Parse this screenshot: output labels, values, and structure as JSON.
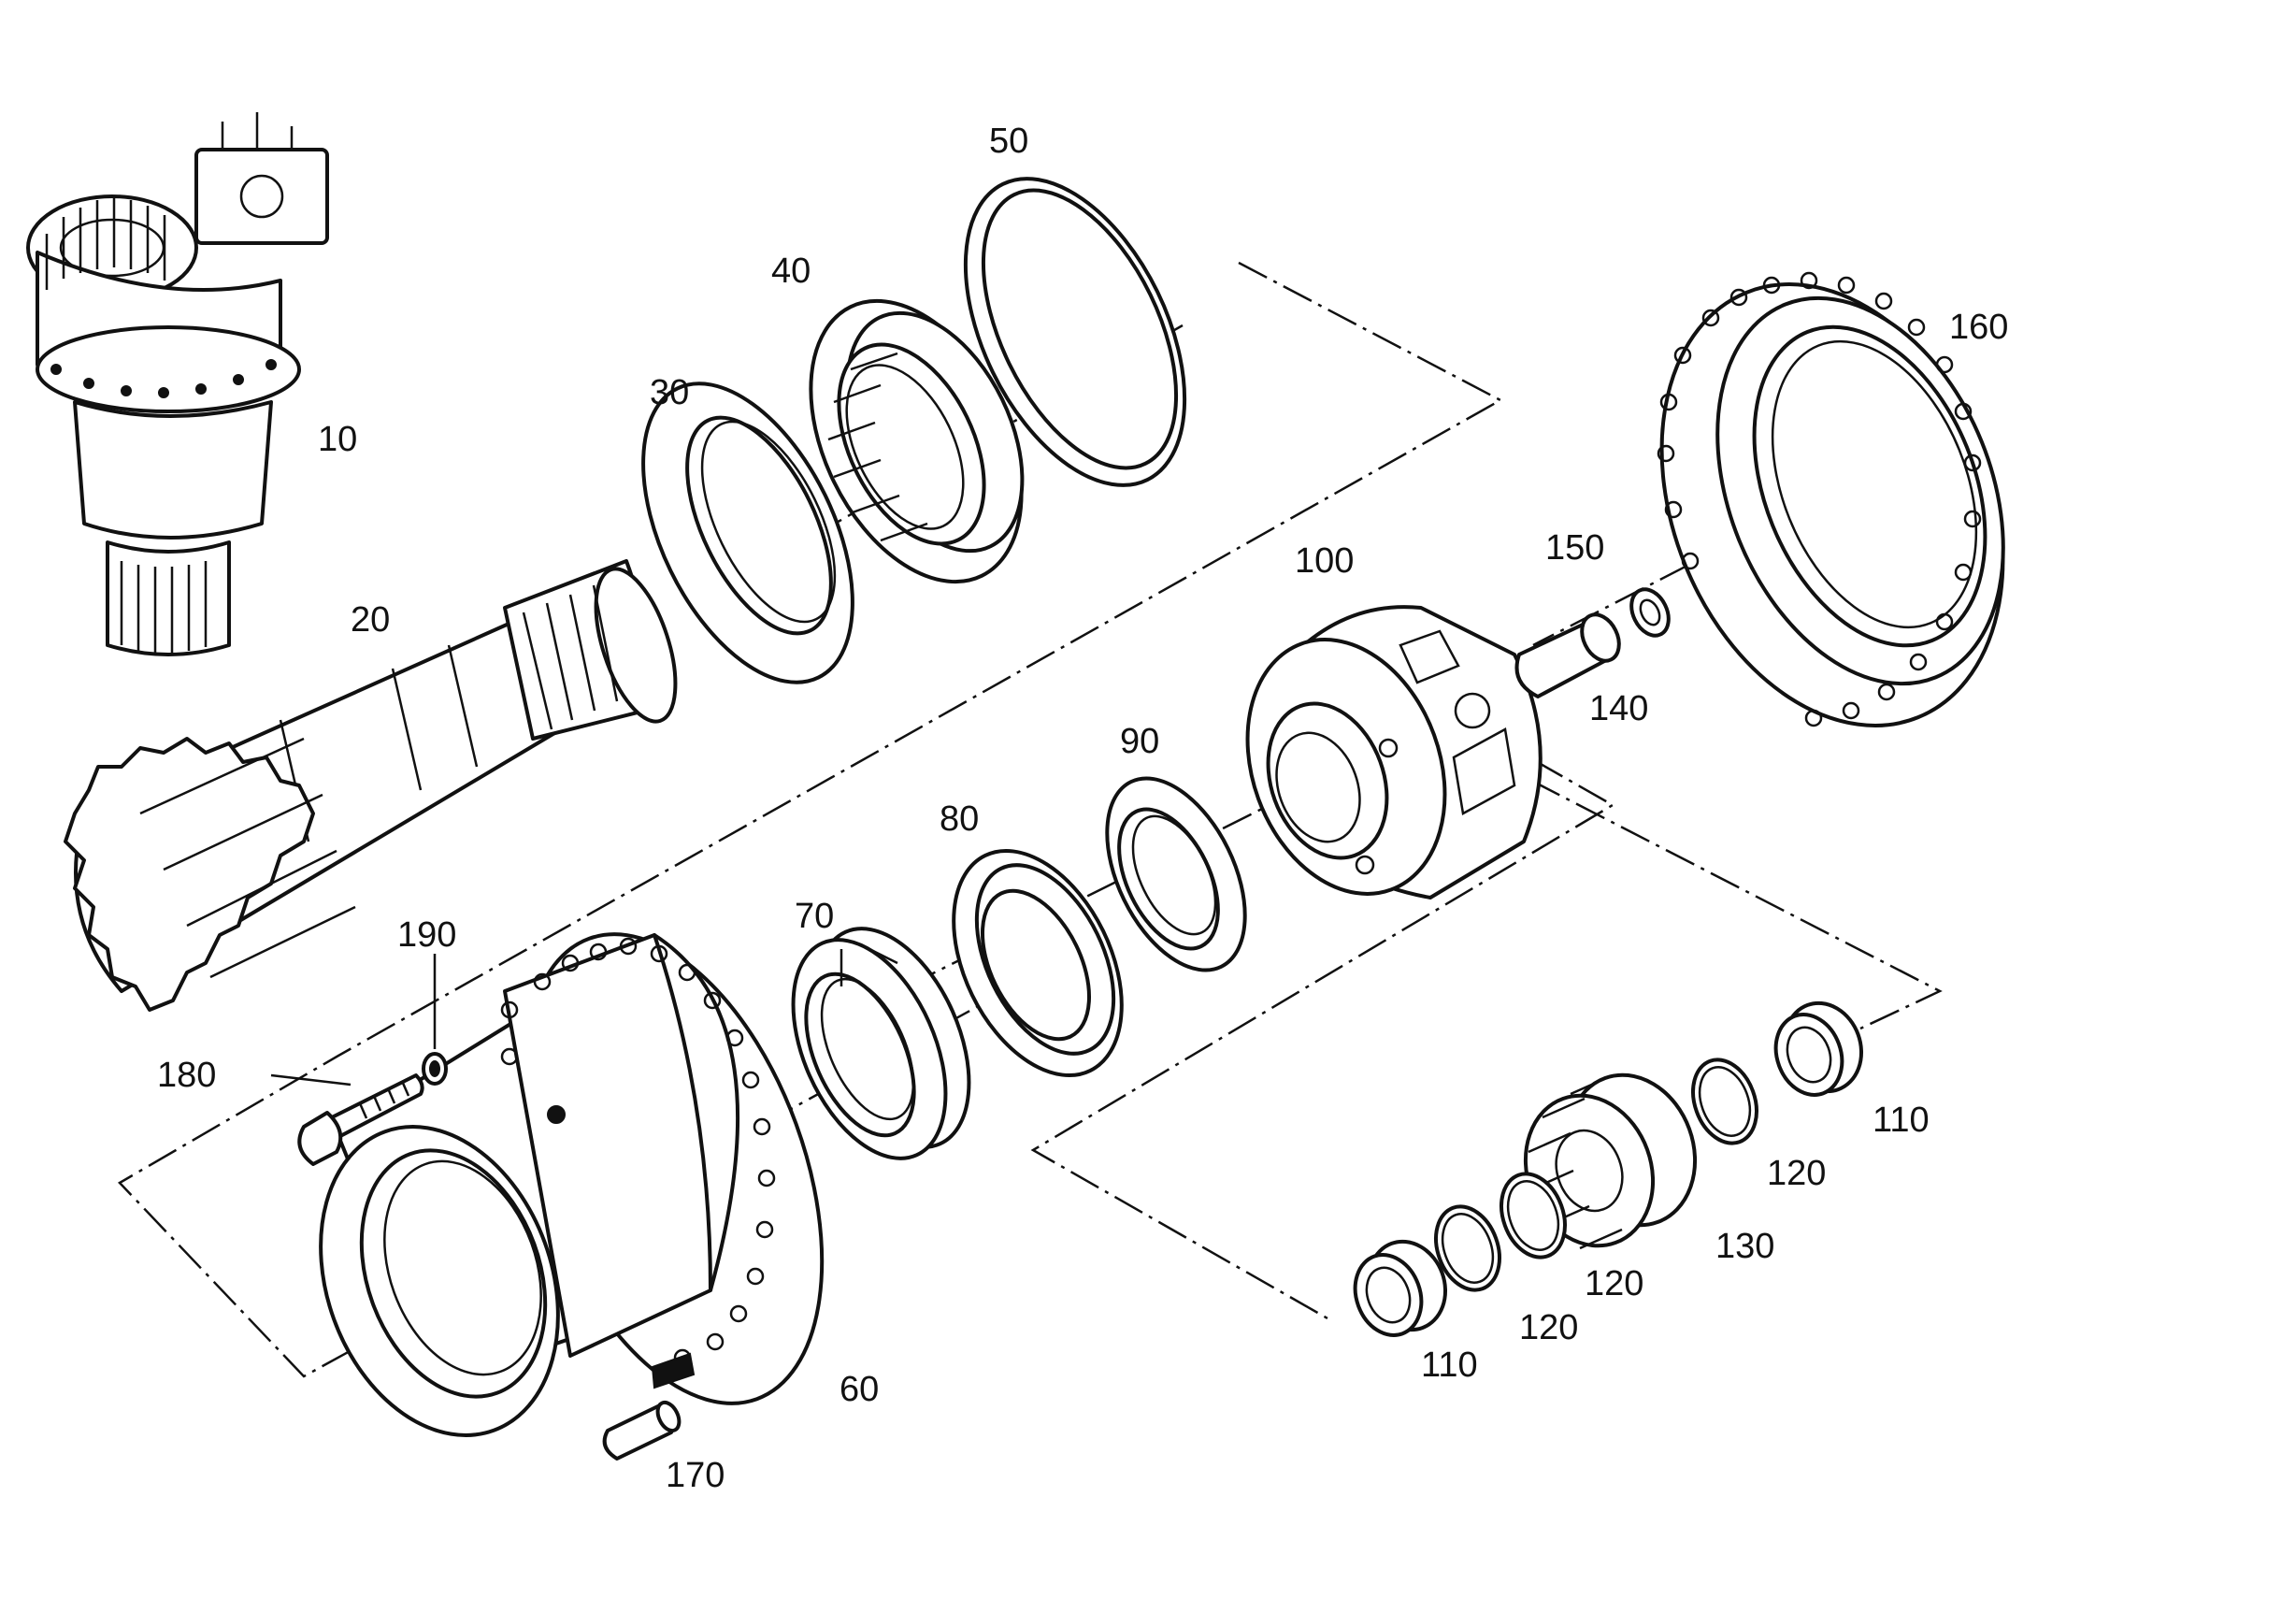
{
  "colors": {
    "ink": "#111111",
    "paper": "#ffffff"
  },
  "callouts": {
    "p10": "10",
    "p20": "20",
    "p30": "30",
    "p40": "40",
    "p50": "50",
    "p60": "60",
    "p70": "70",
    "p80": "80",
    "p90": "90",
    "p100": "100",
    "p110a": "110",
    "p110b": "110",
    "p120a": "120",
    "p120b": "120",
    "p120c": "120",
    "p130": "130",
    "p140": "140",
    "p150": "150",
    "p160": "160",
    "p170": "170",
    "p180": "180",
    "p190": "190"
  }
}
